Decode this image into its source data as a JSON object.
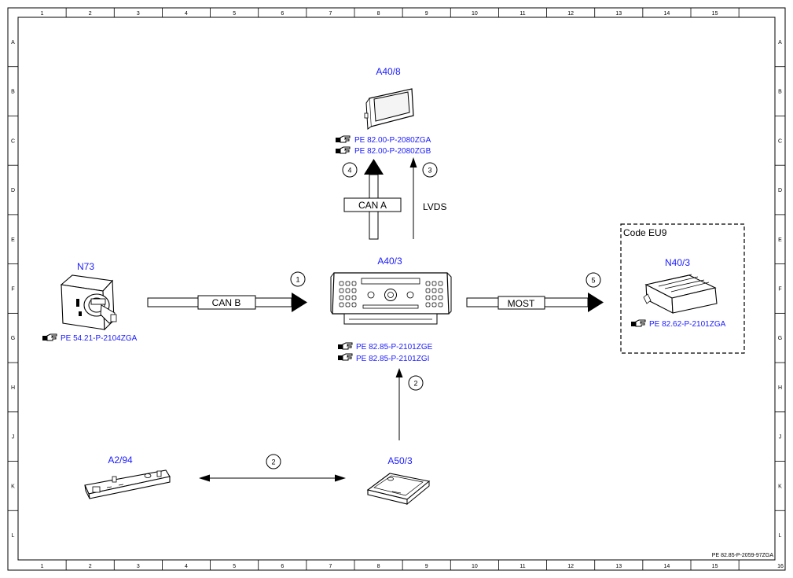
{
  "grid": {
    "columns": [
      "1",
      "2",
      "3",
      "4",
      "5",
      "6",
      "7",
      "8",
      "9",
      "10",
      "11",
      "12",
      "13",
      "14",
      "15",
      "16"
    ],
    "rows": [
      "A",
      "B",
      "C",
      "D",
      "E",
      "F",
      "G",
      "H",
      "J",
      "K",
      "L"
    ]
  },
  "components": {
    "display": {
      "code": "A40/8",
      "refs": [
        "PE 82.00-P-2080ZGA",
        "PE 82.00-P-2080ZGB"
      ],
      "icon": "display-icon"
    },
    "head_unit": {
      "code": "A40/3",
      "refs": [
        "PE 82.85-P-2101ZGE",
        "PE 82.85-P-2101ZGI"
      ],
      "icon": "head-unit-icon"
    },
    "ignition": {
      "code": "N73",
      "refs": [
        "PE 54.21-P-2104ZGA"
      ],
      "icon": "ignition-switch-icon"
    },
    "amplifier": {
      "code": "N40/3",
      "refs": [
        "PE 82.62-P-2101ZGA"
      ],
      "icon": "amplifier-icon",
      "option_label": "Code EU9"
    },
    "antenna": {
      "code": "A2/94",
      "icon": "antenna-module-icon"
    },
    "tuner": {
      "code": "A50/3",
      "icon": "tuner-module-icon"
    }
  },
  "connections": {
    "can_a": {
      "label": "CAN A",
      "number": "4"
    },
    "lvds": {
      "label": "LVDS",
      "number": "3"
    },
    "can_b": {
      "label": "CAN B",
      "number": "1"
    },
    "most": {
      "label": "MOST",
      "number": "5"
    },
    "tuner_to_head": {
      "number": "2"
    },
    "antenna_tuner": {
      "number": "2"
    }
  },
  "sheet_ref": "PE 82.85-P-2059-97ZGA",
  "icons": {
    "reference": "pointing-hand-icon"
  },
  "colors": {
    "component_text": "#1a1aff",
    "line": "#000000",
    "background": "#ffffff"
  }
}
